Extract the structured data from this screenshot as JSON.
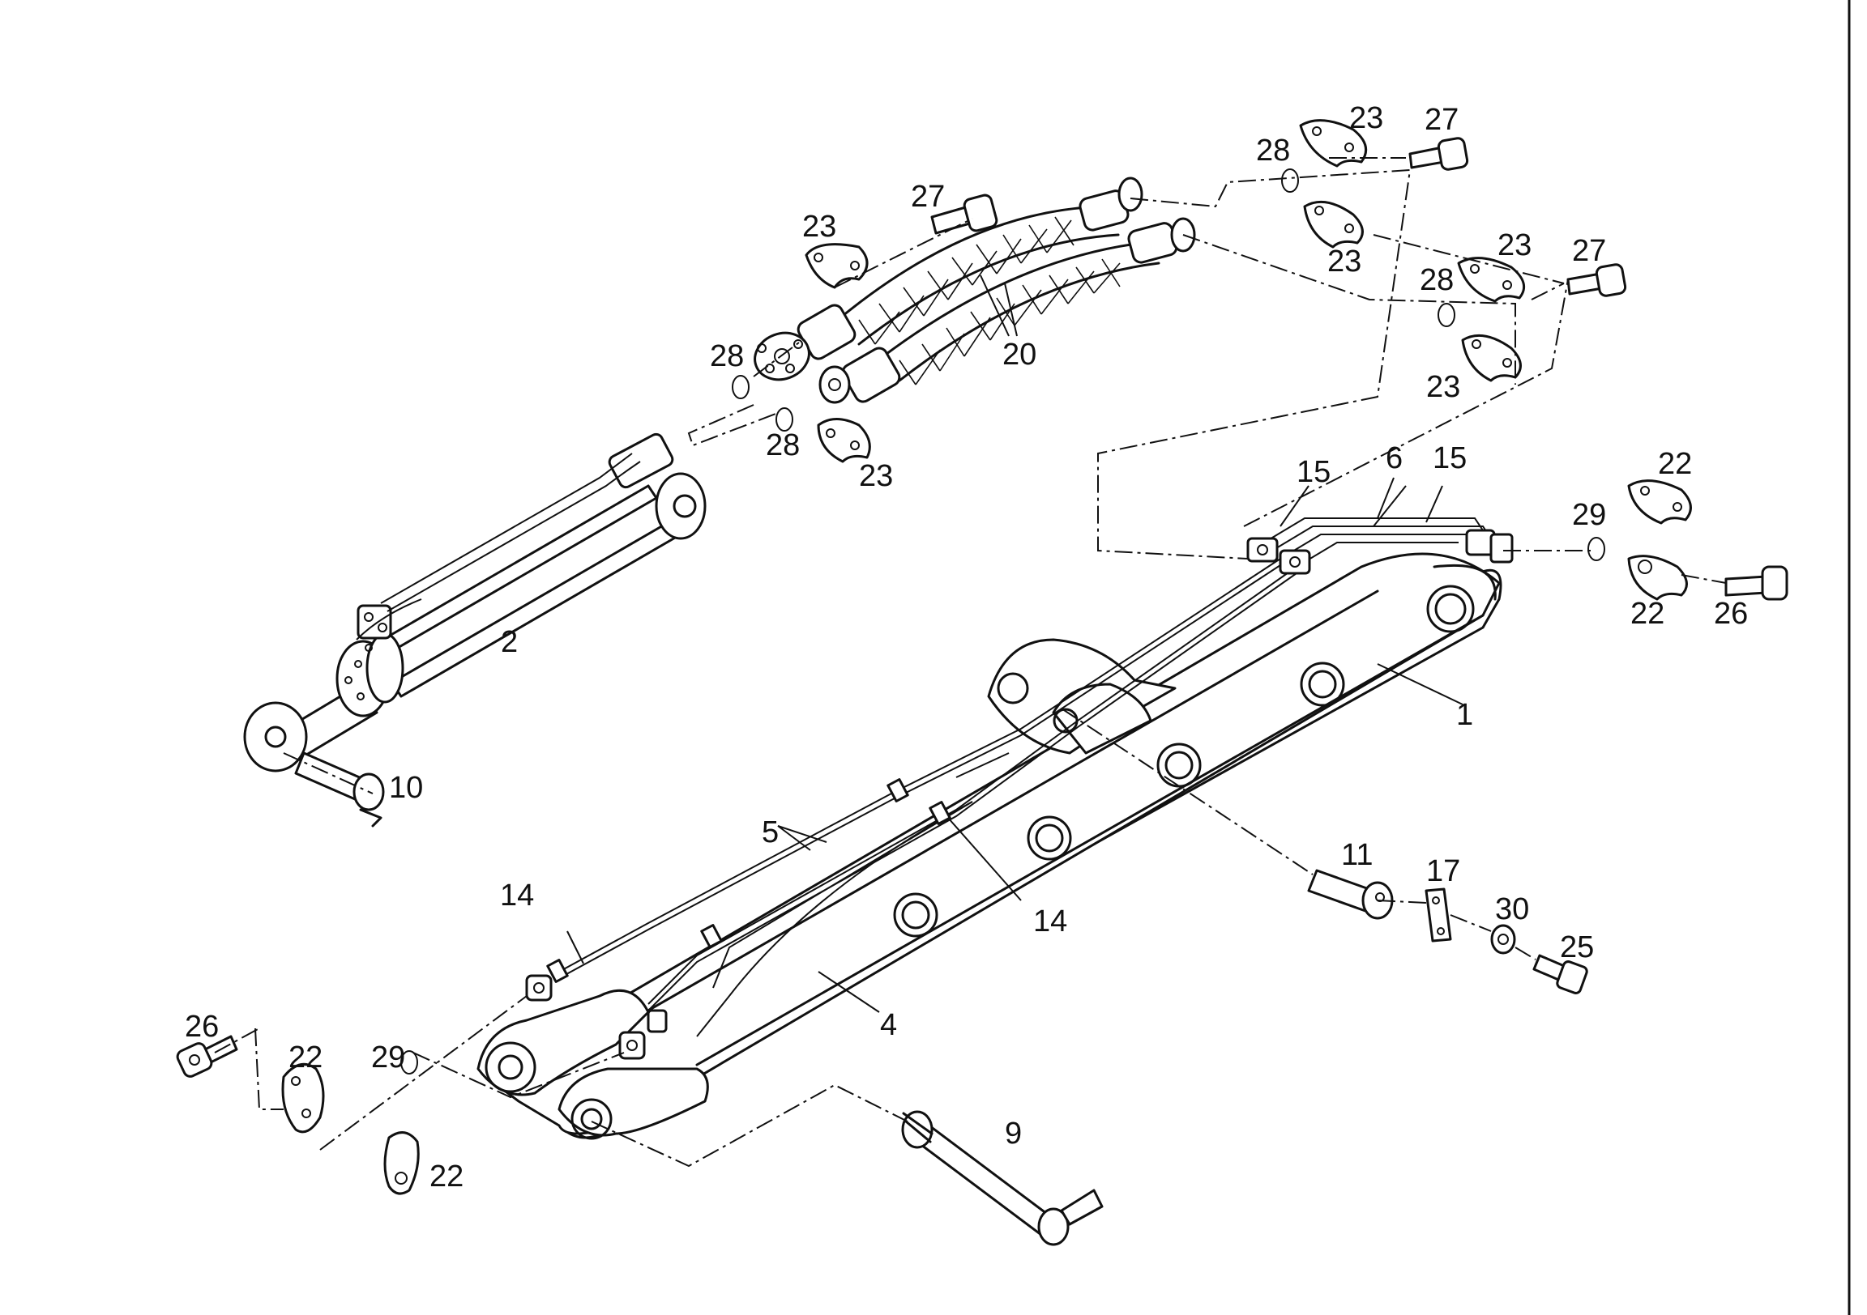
{
  "callouts": {
    "c1": "1",
    "c2": "2",
    "c4": "4",
    "c5": "5",
    "c6": "6",
    "c9": "9",
    "c10": "10",
    "c11": "11",
    "c14a": "14",
    "c14b": "14",
    "c15a": "15",
    "c15b": "15",
    "c17": "17",
    "c20": "20",
    "c22a": "22",
    "c22b": "22",
    "c22c": "22",
    "c22d": "22",
    "c23a": "23",
    "c23b": "23",
    "c23c": "23",
    "c23d": "23",
    "c23e": "23",
    "c23f": "23",
    "c25": "25",
    "c26a": "26",
    "c26b": "26",
    "c27a": "27",
    "c27b": "27",
    "c27c": "27",
    "c28a": "28",
    "c28b": "28",
    "c28c": "28",
    "c28d": "28",
    "c29a": "29",
    "c29b": "29",
    "c30": "30"
  }
}
